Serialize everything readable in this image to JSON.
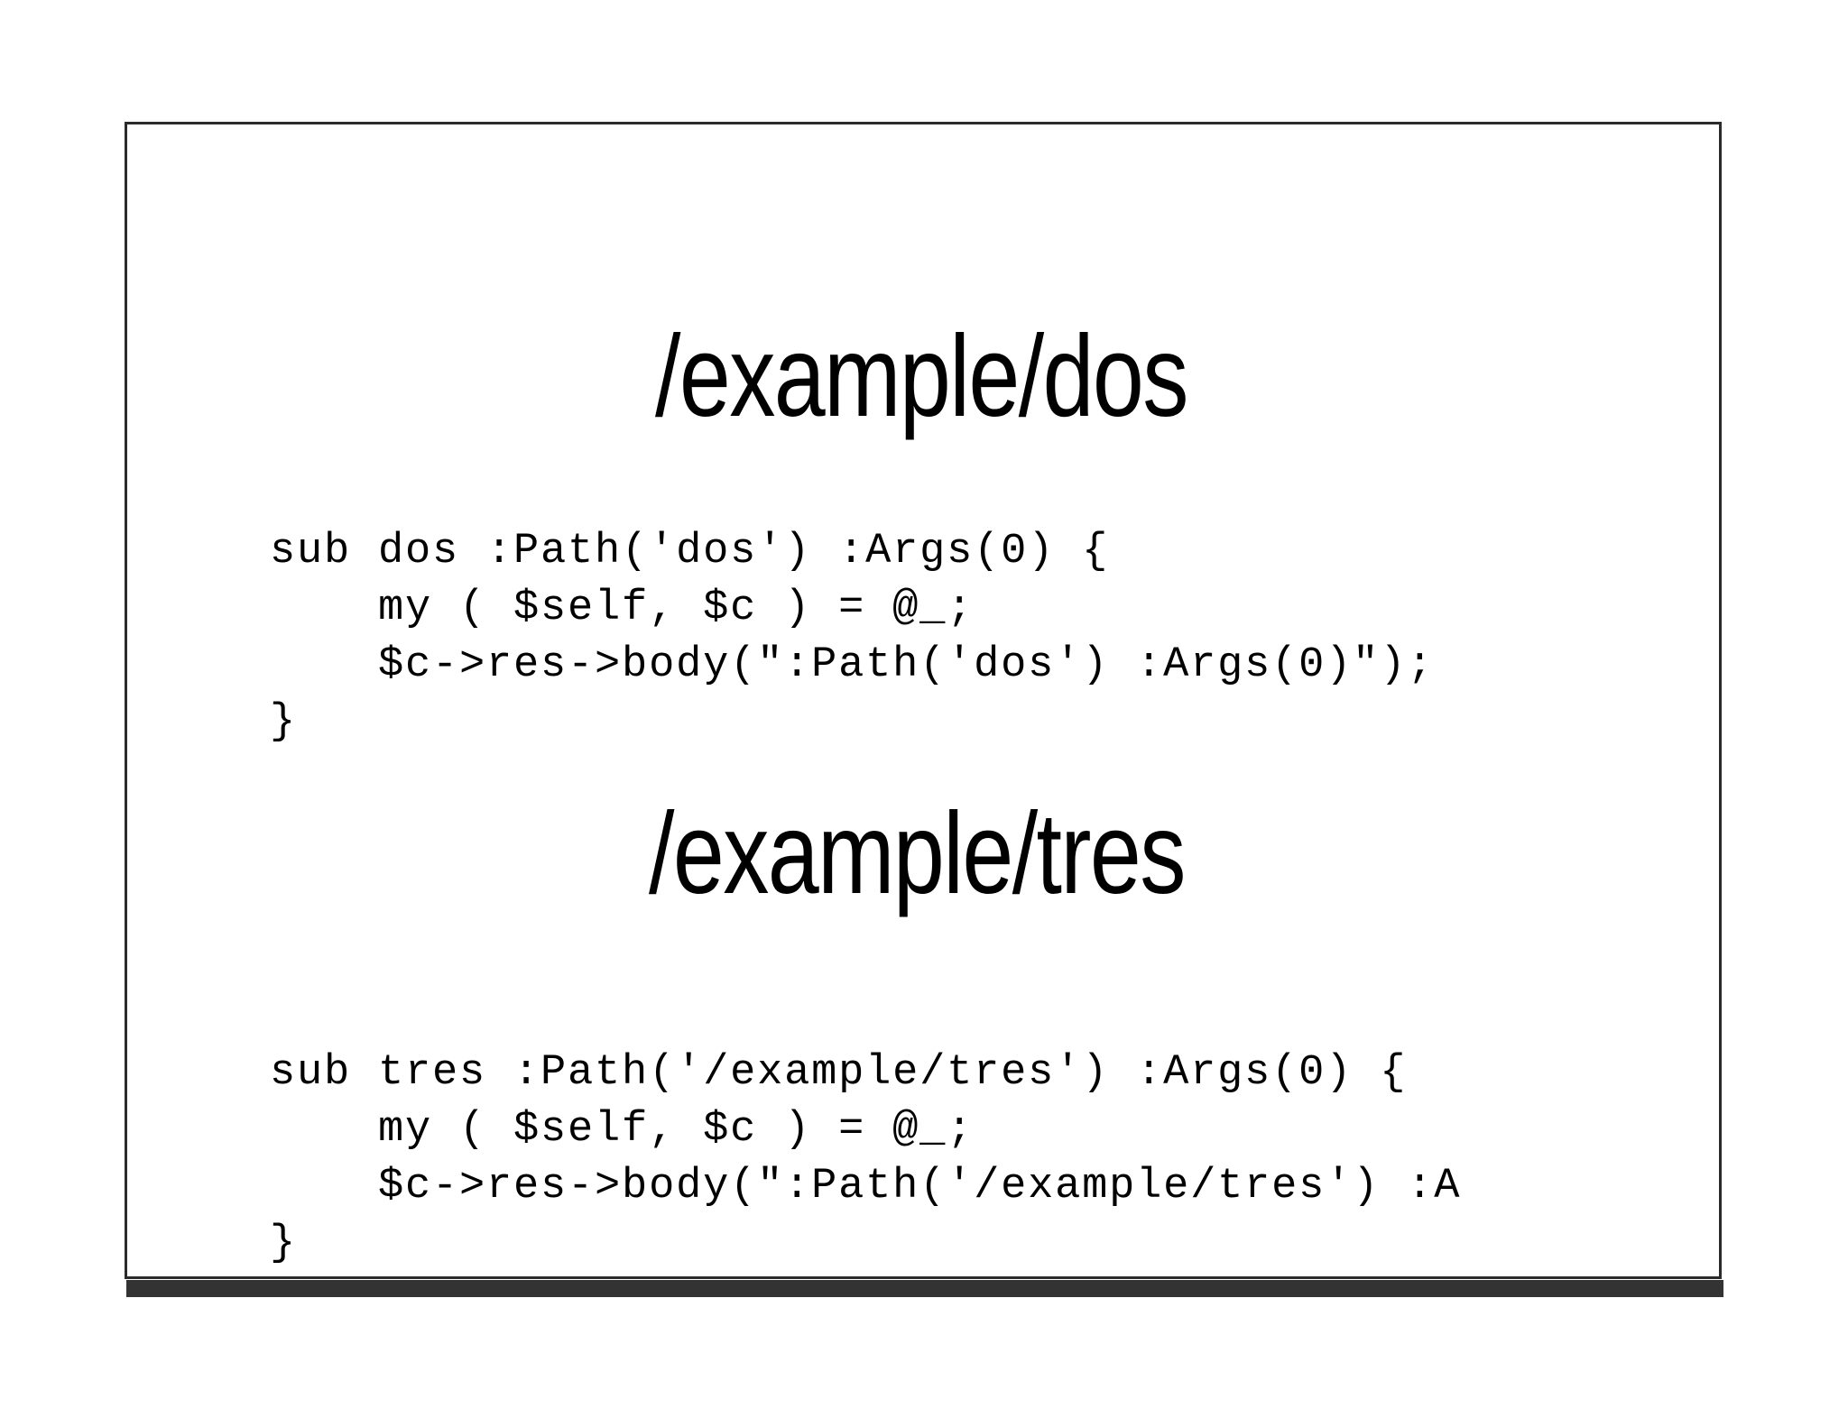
{
  "slide": {
    "background_color": "#ffffff",
    "border_color": "#2b2b2b",
    "bottom_bar_color": "#333333",
    "text_color": "#000000"
  },
  "sections": [
    {
      "heading": "/example/dos",
      "code_lines": [
        "sub dos :Path('dos') :Args(0) {",
        "    my ( $self, $c ) = @_;",
        "    $c->res->body(\":Path('dos') :Args(0)\");",
        "}"
      ]
    },
    {
      "heading": "/example/tres",
      "code_lines": [
        "sub tres :Path('/example/tres') :Args(0) {",
        "    my ( $self, $c ) = @_;",
        "    $c->res->body(\":Path('/example/tres') :A",
        "}"
      ]
    }
  ]
}
